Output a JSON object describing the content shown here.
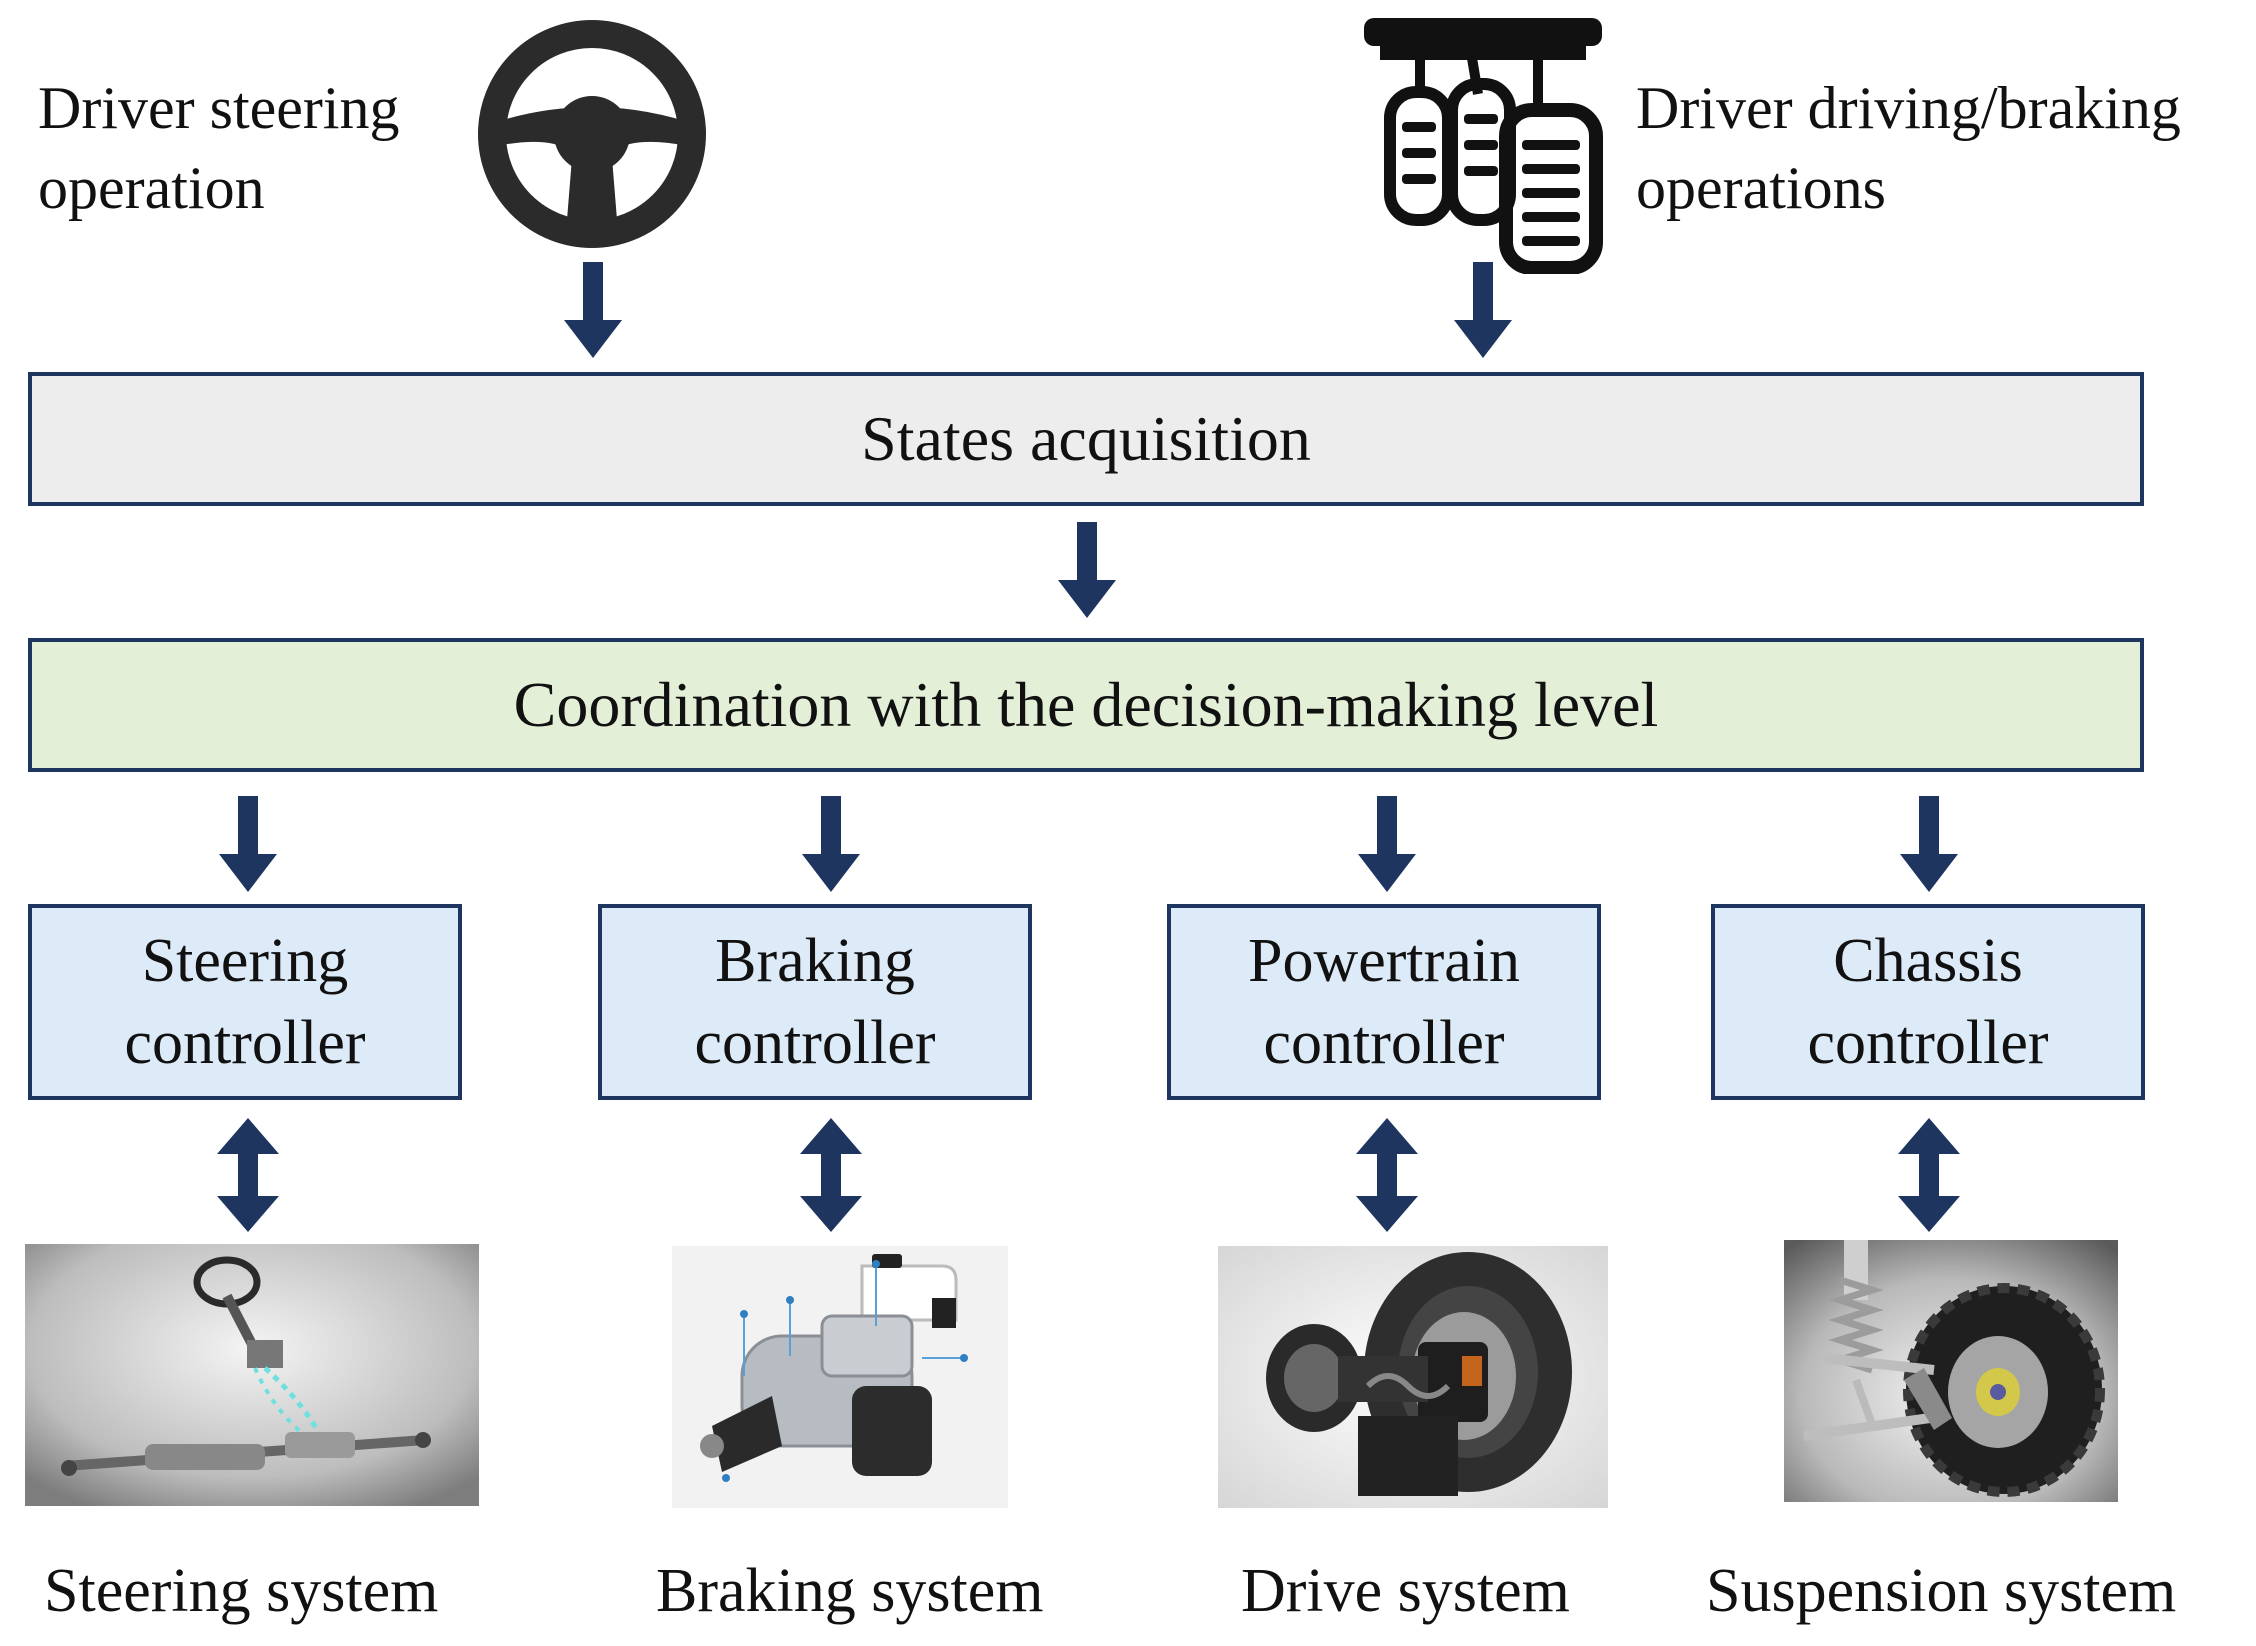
{
  "inputs": {
    "steering": {
      "line1": "Driver steering",
      "line2": "operation"
    },
    "pedals": {
      "line1": "Driver driving/braking",
      "line2": "operations"
    }
  },
  "states_acquisition": "States acquisition",
  "coordination": "Coordination with the decision-making level",
  "controllers": [
    {
      "line1": "Steering",
      "line2": "controller"
    },
    {
      "line1": "Braking",
      "line2": "controller"
    },
    {
      "line1": "Powertrain",
      "line2": "controller"
    },
    {
      "line1": "Chassis",
      "line2": "controller"
    }
  ],
  "systems": [
    "Steering system",
    "Braking system",
    "Drive system",
    "Suspension system"
  ],
  "colors": {
    "arrow": "#1e3560",
    "border": "#1e3560",
    "states_fill": "#ededed",
    "coordination_fill": "#e3efd6",
    "controller_fill": "#ddebf8"
  }
}
